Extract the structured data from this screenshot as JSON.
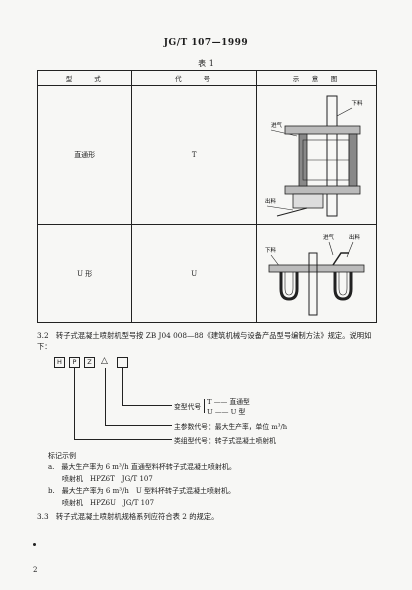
{
  "header": {
    "std_code": "JG/T 107—1999"
  },
  "table1": {
    "caption": "表 1",
    "headers": [
      "型　　式",
      "代　　号",
      "示　意　图"
    ],
    "rows": [
      {
        "type": "直通形",
        "code": "T",
        "fig_labels": {
          "air": "进气",
          "feed": "下料",
          "out": "出料"
        }
      },
      {
        "type": "U 形",
        "code": "U",
        "fig_labels": {
          "feed": "下料",
          "air": "进气",
          "out": "出料"
        }
      }
    ]
  },
  "section_3_2": {
    "text": "3.2　转子式混凝土喷射机型号按 ZB J04 008—88《建筑机械与设备产品型号编制方法》规定。说明如下：",
    "boxes": [
      "H",
      "P",
      "Z",
      "△",
      ""
    ],
    "labels": {
      "variant": "变型代号",
      "variant_t": "T —— 直通型",
      "variant_u": "U —— U 型",
      "main_param": "主参数代号：最大生产率，单位 m³/h",
      "group": "类组型代号：转子式混凝土喷射机"
    }
  },
  "examples": {
    "title": "标记示例",
    "items": [
      "a.　最大生产率为 6 m³/h 直通型料杯转子式混凝土喷射机。",
      "　　喷射机　HPZ6T　JG/T 107",
      "b.　最大生产率为 6 m³/h　U 型料杯转子式混凝土喷射机。",
      "　　喷射机　HPZ6U　JG/T 107"
    ]
  },
  "section_3_3": {
    "text": "3.3　转子式混凝土喷射机规格系列应符合表 2 的规定。"
  },
  "footer": {
    "page_number": "2"
  }
}
